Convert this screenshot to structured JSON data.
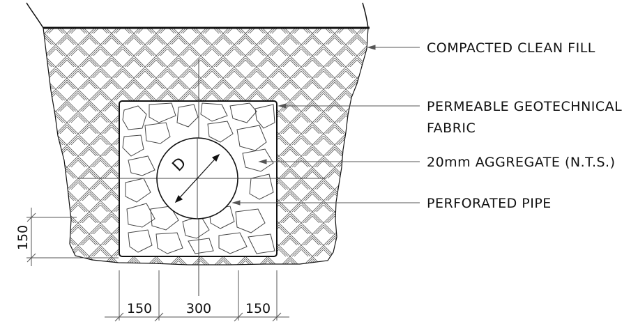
{
  "callouts": {
    "fill": "COMPACTED CLEAN FILL",
    "fabric_line1": "PERMEABLE GEOTECHNICAL",
    "fabric_line2": "FABRIC",
    "aggregate": "20mm AGGREGATE (N.T.S.)",
    "pipe": "PERFORATED PIPE"
  },
  "pipe_label": "D",
  "dimensions": {
    "bottom_left": "150",
    "bottom_center": "300",
    "bottom_right": "150",
    "side_bedding": "150"
  }
}
